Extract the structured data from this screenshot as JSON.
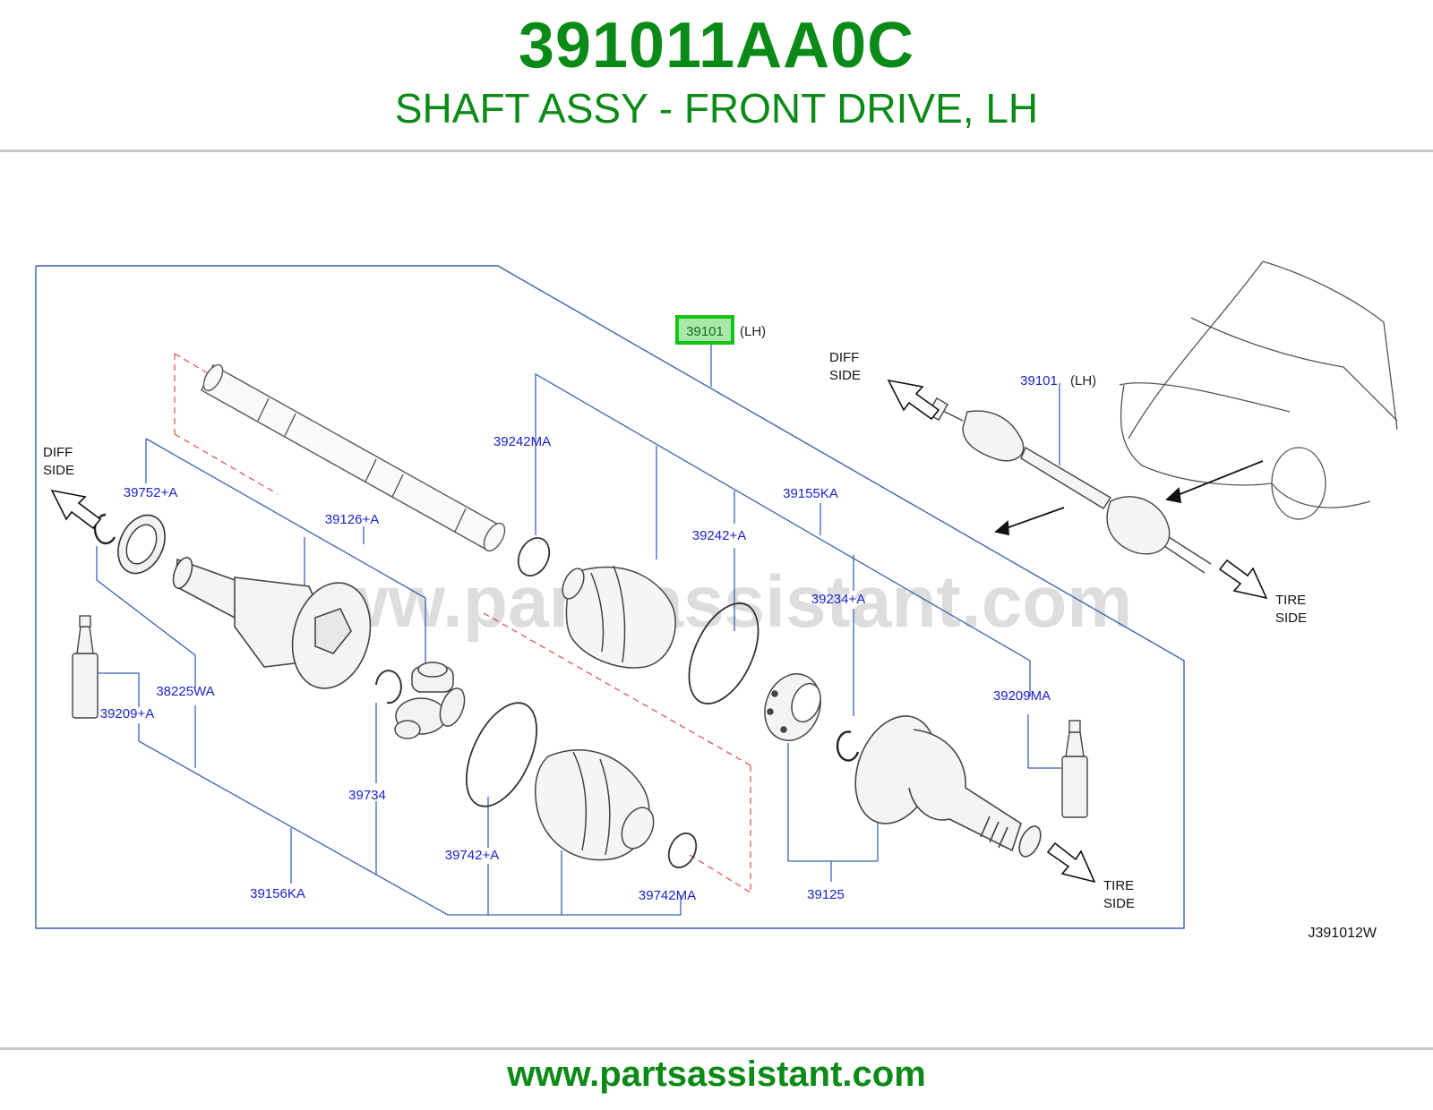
{
  "header": {
    "part_number": "391011AA0C",
    "part_title": "SHAFT ASSY - FRONT DRIVE, LH"
  },
  "diagram": {
    "watermark": "www.partsassistant.com",
    "drawing_code": "J391012W",
    "callouts": {
      "main_assy": "39101",
      "main_assy_side": "(LH)",
      "inset_assy": "39101",
      "inset_assy_side": "(LH)",
      "c39242MA": "39242MA",
      "c39155KA": "39155KA",
      "c39752A": "39752+A",
      "c39126A": "39126+A",
      "c39242A": "39242+A",
      "c39234A": "39234+A",
      "c38225WA": "38225WA",
      "c39209A": "39209+A",
      "c39209MA": "39209MA",
      "c39734": "39734",
      "c39742A": "39742+A",
      "c39742MA": "39742MA",
      "c39156KA": "39156KA",
      "c39125": "39125"
    },
    "directions": {
      "diff_side_left_1": "DIFF",
      "diff_side_left_2": "SIDE",
      "diff_side_inset_1": "DIFF",
      "diff_side_inset_2": "SIDE",
      "tire_side_inset_1": "TIRE",
      "tire_side_inset_2": "SIDE",
      "tire_side_main_1": "TIRE",
      "tire_side_main_2": "SIDE"
    },
    "colors": {
      "callout_text": "#1a22c8",
      "leader": "#3b63b5",
      "highlight": "#17c317",
      "dashed": "#e24a4a"
    }
  },
  "footer": {
    "url": "www.partsassistant.com"
  }
}
